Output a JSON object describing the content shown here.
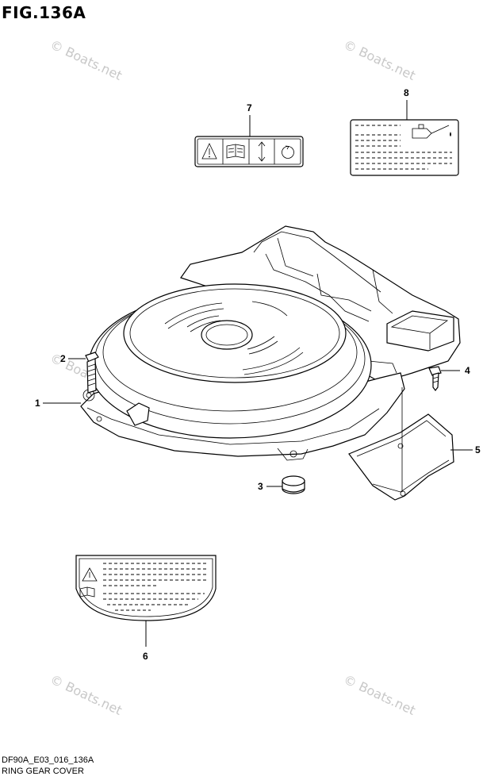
{
  "figure": {
    "title": "FIG.136A",
    "code": "DF90A_E03_016_136A",
    "name": "RING GEAR COVER"
  },
  "callouts": [
    {
      "id": "1",
      "label": "1"
    },
    {
      "id": "2",
      "label": "2"
    },
    {
      "id": "3",
      "label": "3"
    },
    {
      "id": "4",
      "label": "4"
    },
    {
      "id": "5",
      "label": "5"
    },
    {
      "id": "6",
      "label": "6"
    },
    {
      "id": "7",
      "label": "7"
    },
    {
      "id": "8",
      "label": "8"
    }
  ],
  "watermark": "© Boats.net"
}
